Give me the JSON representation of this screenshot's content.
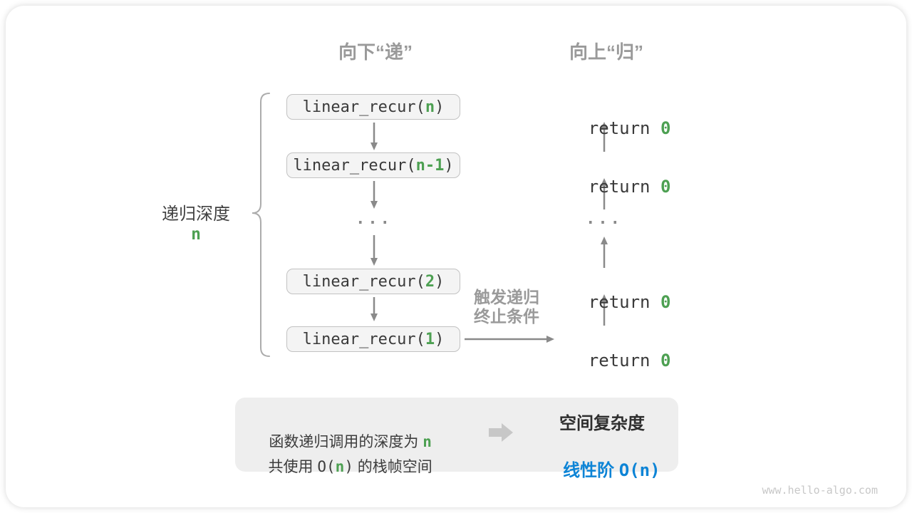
{
  "headers": {
    "descend": "向下“递”",
    "ascend": "向上“归”"
  },
  "depth": {
    "label": "递归深度",
    "value": "n"
  },
  "calls": [
    {
      "prefix": "linear_recur(",
      "arg": "n",
      "suffix": ")"
    },
    {
      "prefix": "linear_recur(",
      "arg": "n-1",
      "suffix": ")"
    },
    {
      "prefix": "linear_recur(",
      "arg": "2",
      "suffix": ")"
    },
    {
      "prefix": "linear_recur(",
      "arg": "1",
      "suffix": ")"
    }
  ],
  "returns": [
    {
      "keyword": "return ",
      "value": "0"
    },
    {
      "keyword": "return ",
      "value": "0"
    },
    {
      "keyword": "return ",
      "value": "0"
    },
    {
      "keyword": "return ",
      "value": "0"
    }
  ],
  "ellipsis": "...",
  "trigger": {
    "line1": "触发递归",
    "line2": "终止条件"
  },
  "summary": {
    "line1_text": "函数递归调用的深度为 ",
    "line1_value": "n",
    "line2_pre": "共使用 ",
    "line2_code_open": "O(",
    "line2_value": "n",
    "line2_code_close": ")",
    "line2_post": " 的栈帧空间",
    "result_title": "空间复杂度",
    "result_text": "线性阶 ",
    "result_code": "O(n)"
  },
  "watermark": "www.hello-algo.com",
  "colors": {
    "green": "#4DA052",
    "blue": "#0D84D6",
    "label_gray": "#9A9A9A",
    "text_dark": "#3A3A3A",
    "arrow_gray": "#8A8A8A",
    "brace_gray": "#ACACAC",
    "box_bg": "#F4F4F4",
    "box_border": "#C2C2C2",
    "summary_bg": "#EEEEEE",
    "watermark_gray": "#C8C8C8",
    "block_arrow_gray": "#C7C7C7"
  }
}
